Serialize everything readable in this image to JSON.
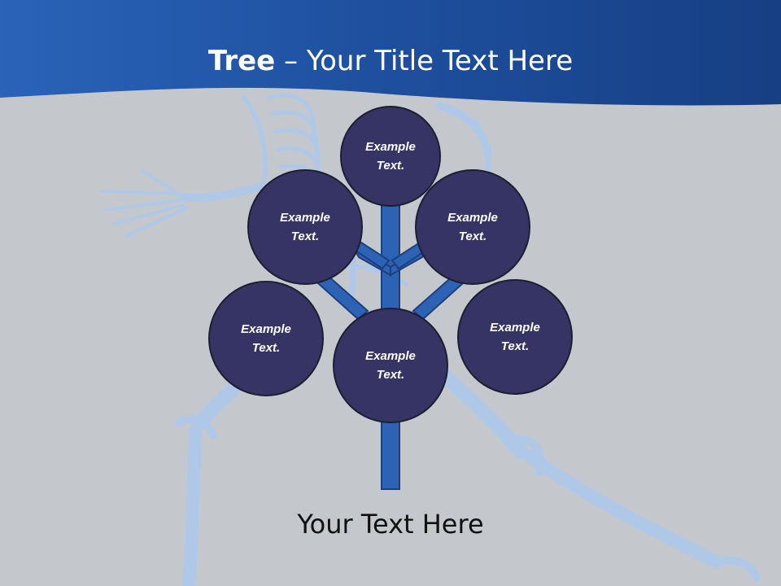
{
  "header": {
    "title_bold": "Tree",
    "title_separator": " – ",
    "title_rest": "Your Title Text Here"
  },
  "tree": {
    "nodes": [
      {
        "id": "top",
        "line1": "Example",
        "line2": "Text."
      },
      {
        "id": "upper-left",
        "line1": "Example",
        "line2": "Text."
      },
      {
        "id": "upper-right",
        "line1": "Example",
        "line2": "Text."
      },
      {
        "id": "lower-left",
        "line1": "Example",
        "line2": "Text."
      },
      {
        "id": "center",
        "line1": "Example",
        "line2": "Text."
      },
      {
        "id": "lower-right",
        "line1": "Example",
        "line2": "Text."
      }
    ]
  },
  "footer": {
    "text": "Your Text Here"
  },
  "colors": {
    "header_band": "#2459ac",
    "background": "#c4c8cc",
    "node_fill": "#363465",
    "trunk": "#2d63b5",
    "skeleton": "#9ec2f5"
  }
}
